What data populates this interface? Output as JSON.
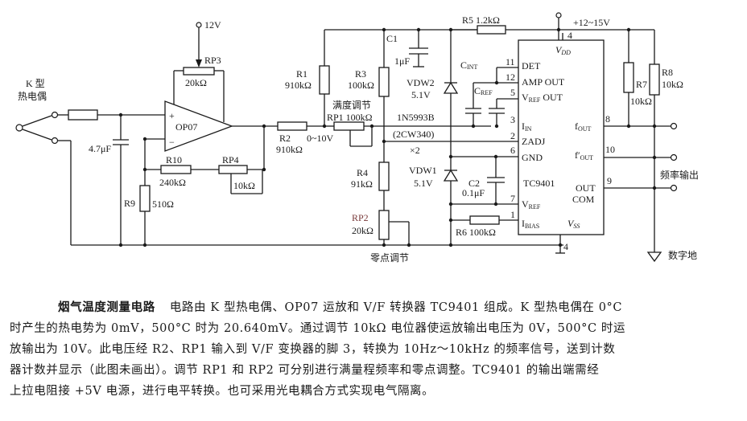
{
  "figure": {
    "title": "烟气温度测量电路",
    "labels": {
      "thermocouple_l1": "K 型",
      "thermocouple_l2": "热电偶",
      "supply_12v": "12V",
      "rp3": "RP3",
      "rp3_val": "20kΩ",
      "opamp": "OP07",
      "cap_in": "4.7μF",
      "r10": "R10",
      "r10_val": "240kΩ",
      "rp4": "RP4",
      "rp4_val": "10kΩ",
      "r9": "R9",
      "r9_val": "510Ω",
      "r1": "R1",
      "r1_val": "910kΩ",
      "r2": "R2",
      "r2_val": "910kΩ",
      "range": "0~10V",
      "r3": "R3",
      "r3_val": "100kΩ",
      "fullscale_adj": "满度调节",
      "rp1": "RP1 100kΩ",
      "c1": "C1",
      "c1_val": "1μF",
      "vdw2": "VDW2",
      "vdw2_val": "5.1V",
      "zener_part": "1N5993B",
      "zener_alt": "(2CW340)",
      "zener_qty": "×2",
      "r4": "R4",
      "r4_val": "91kΩ",
      "rp2": "RP2",
      "rp2_val": "20kΩ",
      "zero_adj": "零点调节",
      "vdw1": "VDW1",
      "vdw1_val": "5.1V",
      "c2": "C2",
      "c2_val": "0.1μF",
      "r5": "R5 1.2kΩ",
      "r6": "R6 100kΩ",
      "supply_vdd": "+12~15V",
      "cint": "CINT",
      "cref": "CREF",
      "ic_name": "TC9401",
      "vdd": "VDD",
      "vss": "VSS",
      "r7": "R7",
      "r7_val": "10kΩ",
      "r8": "R8",
      "r8_val": "10kΩ",
      "freq_out": "频率输出",
      "digital_gnd": "数字地"
    },
    "ic_pins_left": [
      {
        "num": "11",
        "name": "DET"
      },
      {
        "num": "12",
        "name": "AMP OUT"
      },
      {
        "num": "5",
        "name": "VREF OUT"
      },
      {
        "num": "3",
        "name": "IIN"
      },
      {
        "num": "2",
        "name": "ZADJ"
      },
      {
        "num": "6",
        "name": "GND"
      },
      {
        "num": "7",
        "name": "VREF"
      },
      {
        "num": "1",
        "name": "IBIAS"
      }
    ],
    "ic_pins_right": [
      {
        "num": "8",
        "name": "fOUT"
      },
      {
        "num": "10",
        "name": "f'OUT"
      },
      {
        "num": "9",
        "name": "OUT COM"
      }
    ],
    "ic_pins_power": [
      {
        "num": "4",
        "name": "VDD"
      },
      {
        "num": "4",
        "name": "VSS"
      }
    ]
  },
  "caption": {
    "title": "烟气温度测量电路",
    "lines": [
      "电路由 K 型热电偶、OP07 运放和 V/F 转换器 TC9401 组成。K 型热电偶在 0°C",
      "时产生的热电势为 0mV，500°C 时为 20.640mV。通过调节 10kΩ 电位器使运放输出电压为 0V，500°C 时运",
      "放输出为 10V。此电压经 R2、RP1 输入到 V/F 变换器的脚 3，转换为 10Hz～10kHz 的频率信号，送到计数",
      "器计数并显示（此图未画出）。调节 RP1 和 RP2 可分别进行满量程频率和零点调整。TC9401 的输出端需经",
      "上拉电阻接 +5V 电源，进行电平转换。也可采用光电耦合方式实现电气隔离。"
    ]
  }
}
